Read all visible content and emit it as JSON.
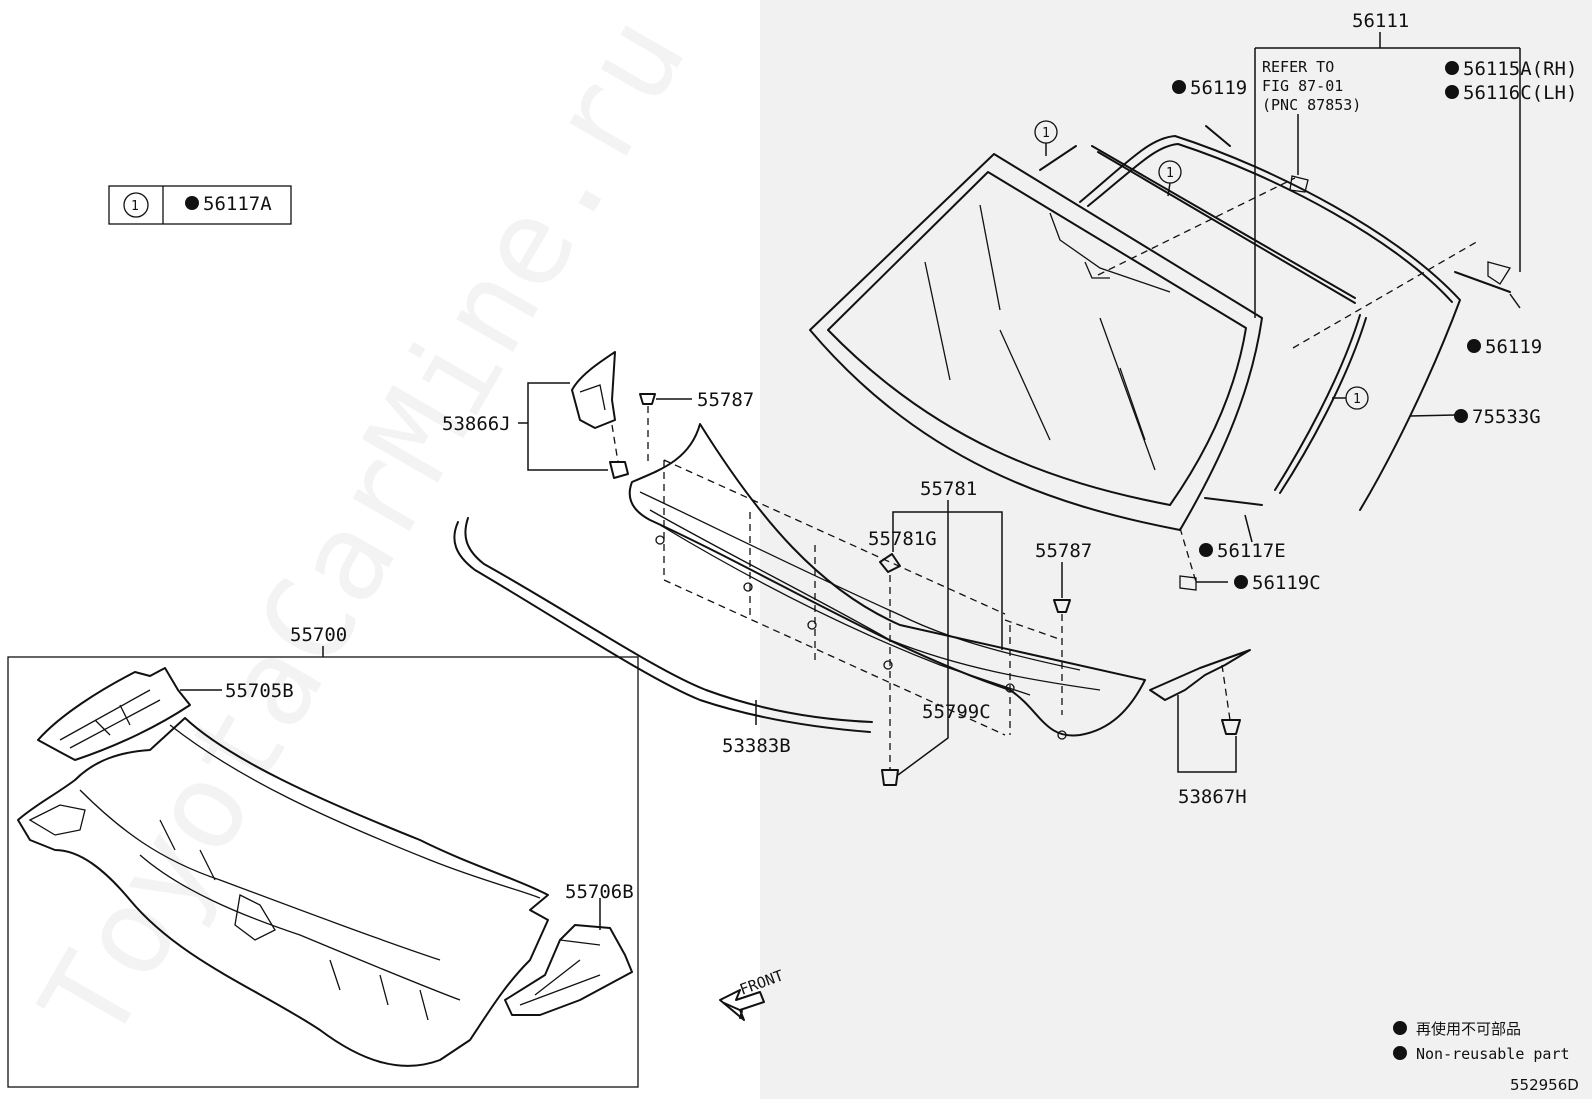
{
  "watermark": "ToyotaCarMine.ru",
  "legend_box": {
    "symbol": "1",
    "part": "56117A"
  },
  "refer_note": [
    "REFER TO",
    "FIG 87-01",
    "(PNC 87853)"
  ],
  "labels": {
    "p56111": "56111",
    "p56119_top": "56119",
    "p56115A": "56115A(RH)",
    "p56116C": "56116C(LH)",
    "p56119_right": "56119",
    "p75533G": "75533G",
    "p56117E": "56117E",
    "p56119C": "56119C",
    "p53866J": "53866J",
    "p55787_left": "55787",
    "p55781": "55781",
    "p55781G": "55781G",
    "p55787_right": "55787",
    "p55700": "55700",
    "p55705B": "55705B",
    "p55799C": "55799C",
    "p53383B": "53383B",
    "p53867H": "53867H",
    "p55706B": "55706B"
  },
  "callout_symbol": "1",
  "front_label": "FRONT",
  "notes": {
    "japanese": "再使用不可部品",
    "english": "Non-reusable part"
  },
  "figure_id": "552956D"
}
